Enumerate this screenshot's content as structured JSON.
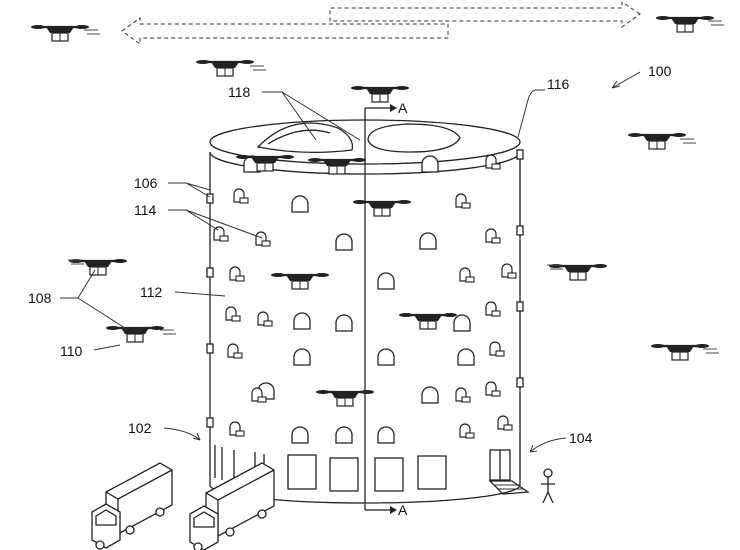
{
  "figure": {
    "ref_numerals": {
      "n100": "100",
      "n102": "102",
      "n104": "104",
      "n106": "106",
      "n108": "108",
      "n110": "110",
      "n112": "112",
      "n114": "114",
      "n116": "116",
      "n118": "118"
    },
    "section_labels": {
      "top": "A",
      "bottom": "A"
    }
  }
}
